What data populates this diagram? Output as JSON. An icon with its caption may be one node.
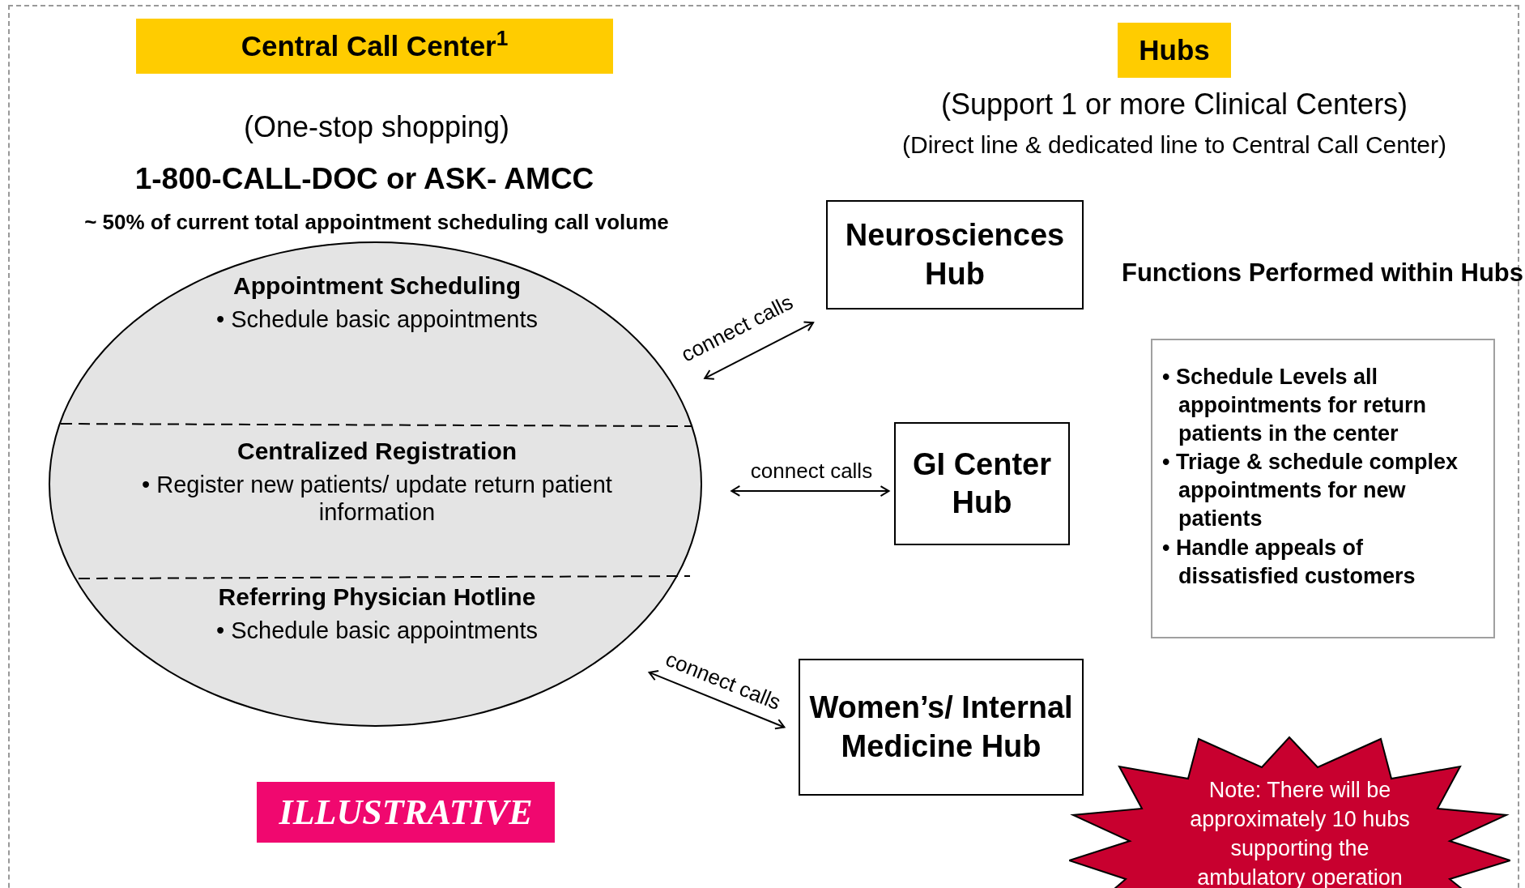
{
  "diagram": {
    "nodes": [
      {
        "text": [
          "Central Call Center$^{1}$"
        ]
      },
      {
        "text": [
          "Hubs"
        ]
      },
      {
        "text": [],
        "shape": "ellipse"
      },
      {
        "text": [
          "Appointment Scheduling",
          "• Schedule basic appointments"
        ],
        "in": 2
      },
      {
        "text": [
          "Centralized Registration",
          "• Register new patients/ update return patient information"
        ],
        "in": 2
      },
      {
        "text": [
          "Referring Physician Hotline",
          "• Schedule basic appointments"
        ],
        "in": 2
      },
      {
        "text": [
          "Neurosciences Hub"
        ]
      },
      {
        "text": [
          "GI Center Hub"
        ]
      },
      {
        "text": [
          "Women’s/ Internal Medicine Hub"
        ]
      },
      {
        "text": [
          "Functions Performed within Hubs",
          "• Schedule Levels all appointments for return patients in the center",
          "• Triage & schedule complex appointments for new patients",
          "• Handle appeals of dissatisfied customers"
        ]
      },
      {
        "text": [
          "Note: There will be approximately 10 hubs supporting the ambulatory operation"
        ]
      },
      {
        "text": [
          "ILLUSTRATIVE"
        ]
      }
    ],
    "edges": [
      {
        "from": 2,
        "to": 6,
        "arrow": "both",
        "label": "connect calls"
      },
      {
        "from": 2,
        "to": 7,
        "arrow": "both",
        "label": "connect calls"
      },
      {
        "from": 2,
        "to": 8,
        "arrow": "both",
        "label": "connect calls"
      }
    ],
    "labels": [
      "(One-stop shopping)",
      "1-800-CALL-DOC or ASK- AMCC",
      "~ 50% of current total appointment scheduling call volume",
      "(Support 1 or more Clinical Centers)",
      "(Direct line & dedicated line to Central Call Center)"
    ]
  }
}
